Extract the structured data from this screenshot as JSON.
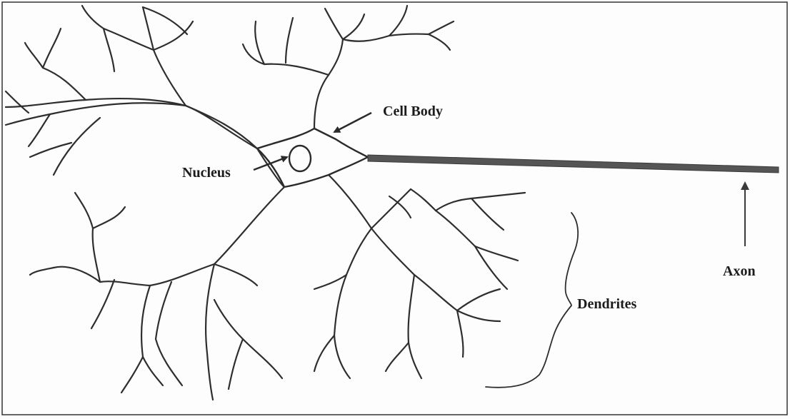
{
  "labels": {
    "cell_body": "Cell Body",
    "nucleus": "Nucleus",
    "axon": "Axon",
    "dendrites": "Dendrites"
  },
  "colors": {
    "line": "#2e2e2e",
    "axon": "#555555",
    "text": "#1c1c1c",
    "frame": "#333333"
  }
}
